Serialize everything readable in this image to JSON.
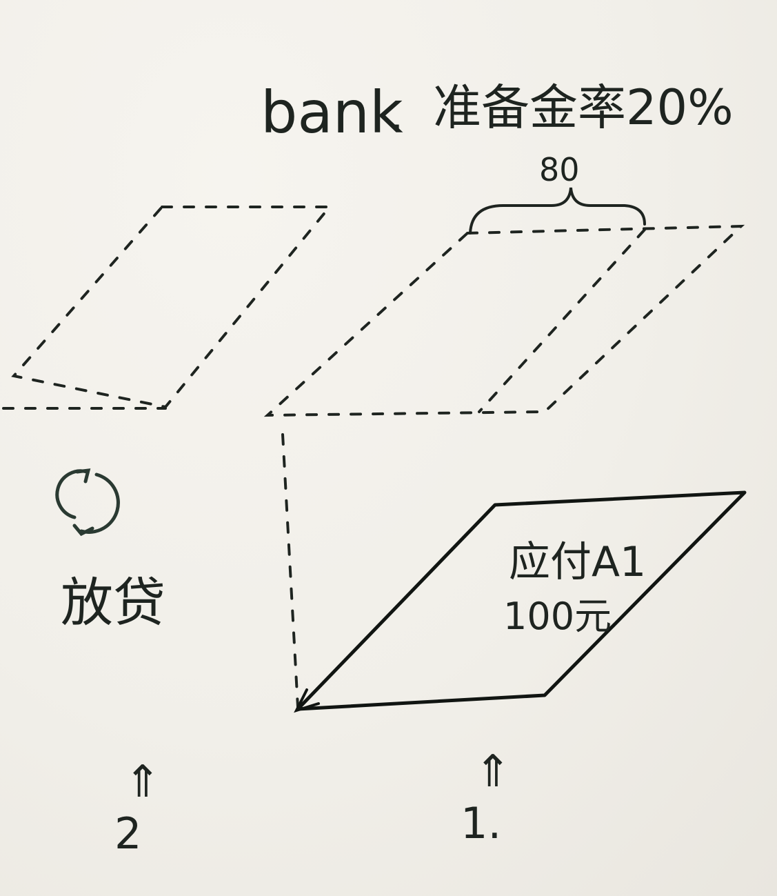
{
  "title": {
    "word": "bank",
    "separator": ".",
    "rate_text": "准备金率20%"
  },
  "brace_label": "80",
  "solid_sheet": {
    "line1": "应付A1",
    "line2": "100元"
  },
  "cycle": {
    "icon": "refresh-cycle-icon",
    "label": "放贷"
  },
  "markers": [
    {
      "arrow": "⇑",
      "label": "2"
    },
    {
      "arrow": "⇑",
      "label": "1."
    }
  ],
  "colors": {
    "ink": "#1e2420",
    "paper": "#f3f1ec"
  }
}
